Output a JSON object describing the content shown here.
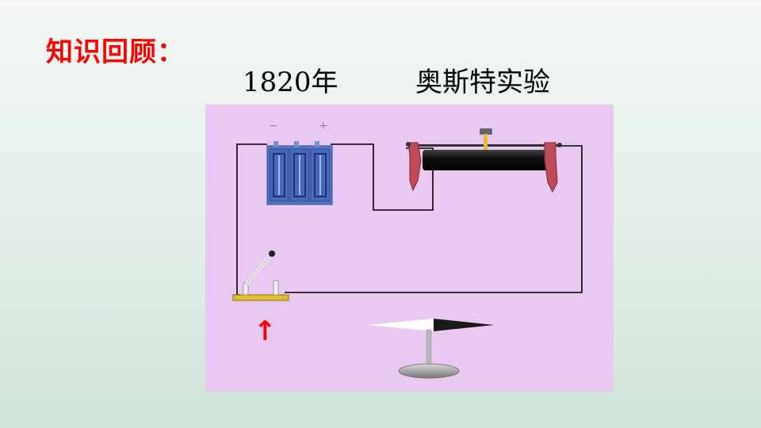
{
  "slide": {
    "review_label": "知识回顾：",
    "year": "1820年",
    "title": "奥斯特实验"
  },
  "diagram": {
    "battery_negative_label": "−",
    "battery_positive_label": "+",
    "current_arrow": "↑",
    "colors": {
      "panel": "#e9c8f1",
      "wire": "#000000",
      "battery": "#5a78c8",
      "rheostat_body": "#1a1a1a",
      "rheostat_stand": "#c04a5a",
      "switch_base": "#e0c030",
      "arrow": "#ff0000",
      "stand": "#9a9a9a"
    }
  }
}
